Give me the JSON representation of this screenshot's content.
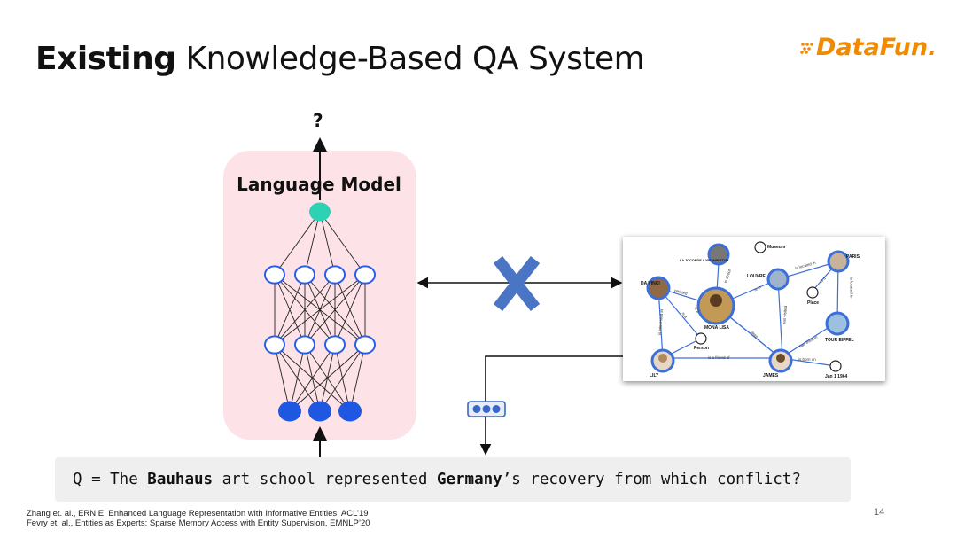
{
  "slide": {
    "title_bold": "Existing",
    "title_rest": " Knowledge-Based QA System",
    "logo_text": "DataFun.",
    "page_number": "14"
  },
  "diagram": {
    "output_label": "?",
    "model_label": "Language Model",
    "question": {
      "prefix": "Q = The ",
      "entity1": "Bauhaus",
      "middle": " art school represented ",
      "entity2": "Germany",
      "suffix": "’s recovery from which conflict?"
    },
    "knowledge_graph": {
      "nodes": {
        "gioconda": "LA JOCONDE A WASHINGTON",
        "museum": "Museum",
        "paris": "PARIS",
        "davinci": "DA VINCI",
        "louvre": "LOUVRE",
        "place": "Place",
        "monalisa": "MONA LISA",
        "person": "Person",
        "eiffel": "TOUR EIFFEL",
        "lily": "LILY",
        "james": "JAMES",
        "jan": "Jan 1 1964"
      },
      "edges": {
        "is_about": "is about",
        "is_located_in": "is located in",
        "is_located_in2": "is located in",
        "is_a": "is a",
        "is_a2": "is a",
        "is_a3": "is a",
        "painted": "painted",
        "is_in": "is in",
        "has_visited": "has visited",
        "is_interested_in": "is interested in",
        "likes": "likes",
        "has_lived_in": "has lived in",
        "is_a_friend_of": "is a friend of",
        "is_born_on": "is born on"
      }
    }
  },
  "colors": {
    "model_box": "#fde3e8",
    "output_node": "#2ed1b4",
    "input_node": "#1f57e0",
    "hidden_node": "#2a5ee8",
    "cross": "#4a74c4",
    "kg_edge": "#3c6fd8"
  },
  "references": [
    "Zhang et. al., ERNIE: Enhanced Language Representation with Informative Entities,  ACL’19",
    "Fevry et. al., Entities as Experts: Sparse Memory Access with Entity Supervision, EMNLP’20"
  ]
}
